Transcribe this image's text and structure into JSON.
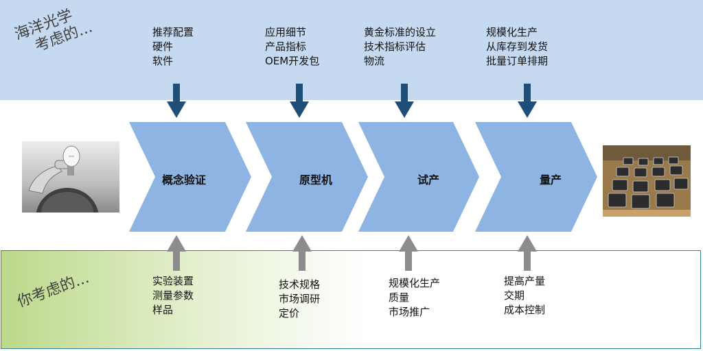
{
  "top_side_title": [
    "海洋光学",
    "考虑的..."
  ],
  "bottom_side_title": "你考虑的...",
  "stages": [
    {
      "label": "概念验证",
      "top_notes": [
        "推荐配置",
        "硬件",
        "软件"
      ],
      "bottom_notes": [
        "实验装置",
        "测量参数",
        "样品"
      ]
    },
    {
      "label": "原型机",
      "top_notes": [
        "应用细节",
        "产品指标",
        "OEM开发包"
      ],
      "bottom_notes": [
        "技术规格",
        "市场调研",
        "定价"
      ]
    },
    {
      "label": "试产",
      "top_notes": [
        "黄金标准的设立",
        "技术指标评估",
        "物流"
      ],
      "bottom_notes": [
        "规模化生产",
        "质量",
        "市场推广"
      ]
    },
    {
      "label": "量产",
      "top_notes": [
        "规模化生产",
        "从库存到发货",
        "批量订单排期"
      ],
      "bottom_notes": [
        "提高产量",
        "交期",
        "成本控制"
      ]
    }
  ],
  "colors": {
    "top_band": "#c5d9f1",
    "chevron": "#8eb4e3",
    "down_arrow": "#1f4e79",
    "up_arrow": "#8c8c8c",
    "bottom_band_gradient": "#bcd98a"
  }
}
